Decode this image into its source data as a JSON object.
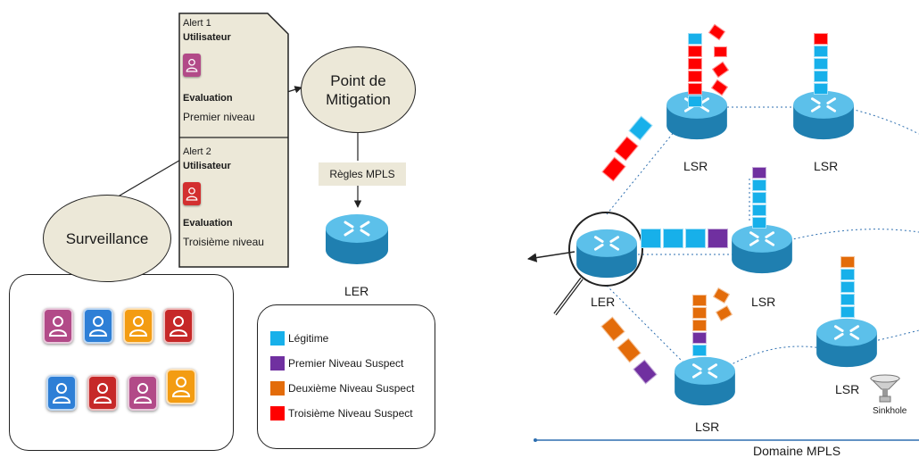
{
  "alerts": [
    {
      "title": "Alert 1",
      "user_label": "Utilisateur",
      "user_color": "#b24a88",
      "eval_label": "Evaluation",
      "eval_value": "Premier niveau"
    },
    {
      "title": "Alert 2",
      "user_label": "Utilisateur",
      "user_color": "#d32f2f",
      "eval_label": "Evaluation",
      "eval_value": "Troisième niveau"
    }
  ],
  "mitigation": {
    "label_line1": "Point de",
    "label_line2": "Mitigation"
  },
  "mpls_rules": "Règles MPLS",
  "ler_left": "LER",
  "surveillance": "Surveillance",
  "user_avatars_row1": [
    "#b24a88",
    "#2e7fd6",
    "#f39c12",
    "#c62828"
  ],
  "user_avatars_row2": [
    "#2e7fd6",
    "#c62828",
    "#b24a88",
    "#f39c12"
  ],
  "legend": [
    {
      "label": "Légitime",
      "color": "#17b0ea"
    },
    {
      "label": "Premier Niveau Suspect",
      "color": "#7030a0"
    },
    {
      "label": "Deuxième Niveau Suspect",
      "color": "#e36c0a"
    },
    {
      "label": "Troisième Niveau Suspect",
      "color": "#ff0000"
    }
  ],
  "network": {
    "routers": {
      "lsr_top_left": "LSR",
      "lsr_top_right": "LSR",
      "lsr_middle": "LSR",
      "lsr_bottom_left": "LSR",
      "lsr_bottom_right": "LSR",
      "ler_edge": "LER"
    },
    "sinkhole": "Sinkhole",
    "domain": "Domaine MPLS"
  },
  "colors": {
    "legit": "#17b0ea",
    "level1": "#7030a0",
    "level2": "#e36c0a",
    "level3": "#ff0000",
    "ellipse_fill": "#ece8d8",
    "router_body": "#3aa0d0"
  }
}
